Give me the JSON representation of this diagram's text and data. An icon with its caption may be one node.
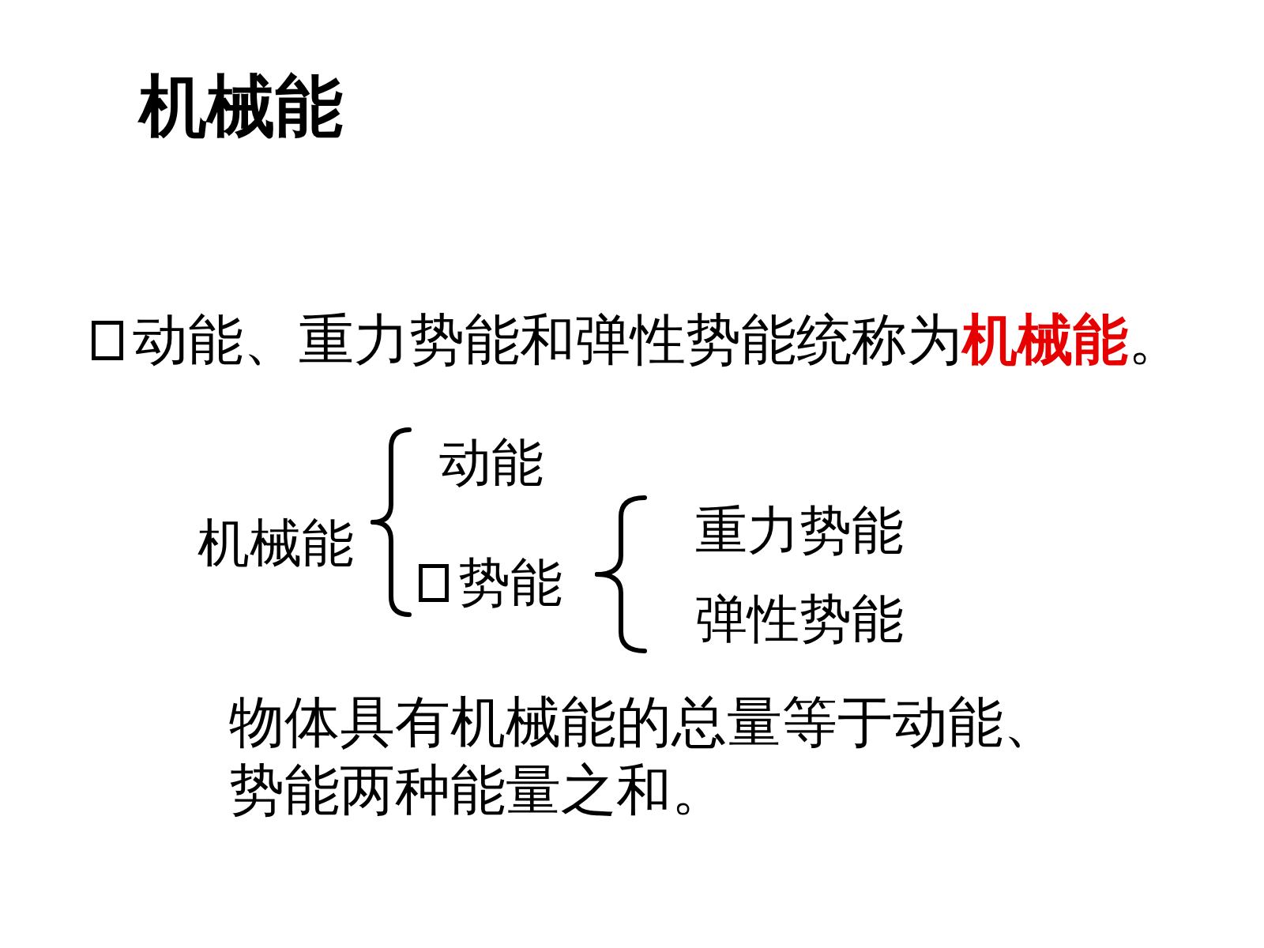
{
  "diagram": {
    "title": "机械能",
    "nodes": [
      {
        "text": [
          "机械能"
        ]
      },
      {
        "text": [
          "动能"
        ]
      },
      {
        "text": [
          "势能"
        ]
      },
      {
        "text": [
          "重力势能"
        ]
      },
      {
        "text": [
          "弹性势能"
        ]
      }
    ],
    "edges": [
      {
        "from": 0,
        "to": 1,
        "arrow": "none"
      },
      {
        "from": 0,
        "to": 2,
        "arrow": "none"
      },
      {
        "from": 2,
        "to": 3,
        "arrow": "none"
      },
      {
        "from": 2,
        "to": 4,
        "arrow": "none"
      }
    ],
    "labels": [
      "动能、重力势能和弹性势能统称为**机械能**。",
      "物体具有机械能的总量等于动能、势能两种能量之和。"
    ]
  }
}
